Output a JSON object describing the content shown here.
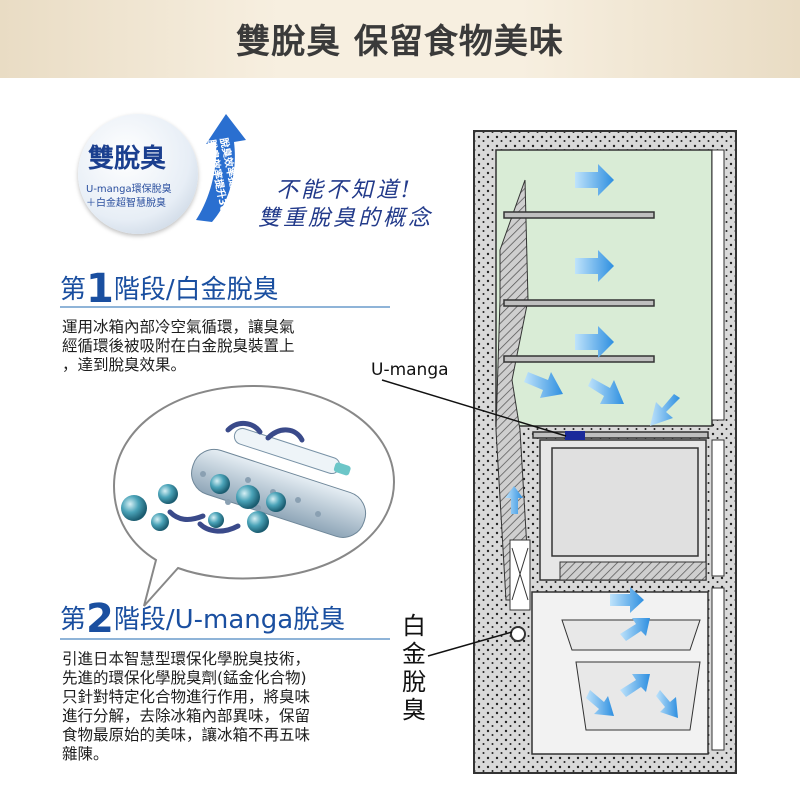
{
  "banner": {
    "title": "雙脫臭  保留食物美味"
  },
  "badge": {
    "title": "雙脫臭",
    "sub1": "U-manga環保脫臭",
    "sub2": "＋白金超智慧脫臭",
    "arrow_text1": "脫臭效率提升15%",
    "arrow_text2": "脫臭效率提升30%"
  },
  "handwriting": {
    "line1": "不能不知道!",
    "line2": "雙重脫臭的概念"
  },
  "stage1": {
    "prefix": "第",
    "num": "1",
    "title": "階段/白金脫臭",
    "lines": [
      "運用冰箱內部冷空氣循環，讓臭氣",
      "經循環後被吸附在白金脫臭裝置上",
      "，達到脫臭效果。"
    ]
  },
  "stage2": {
    "prefix": "第",
    "num": "2",
    "title": "階段/U-manga脫臭",
    "lines": [
      "引進日本智慧型環保化學脫臭技術，",
      "先進的環保化學脫臭劑(錳金化合物)",
      "只針對特定化合物進行作用，將臭味",
      "進行分解，去除冰箱內部異味，保留",
      "食物最原始的美味，讓冰箱不再五味",
      "雜陳。"
    ]
  },
  "diagram": {
    "u_manga_label": "U-manga",
    "platinum_label": "白金脫臭"
  },
  "colors": {
    "accent": "#1a4fa0",
    "arrow": "#3a9be0",
    "wall": "#d9d9d9",
    "fresh": "#d9ecd6"
  }
}
